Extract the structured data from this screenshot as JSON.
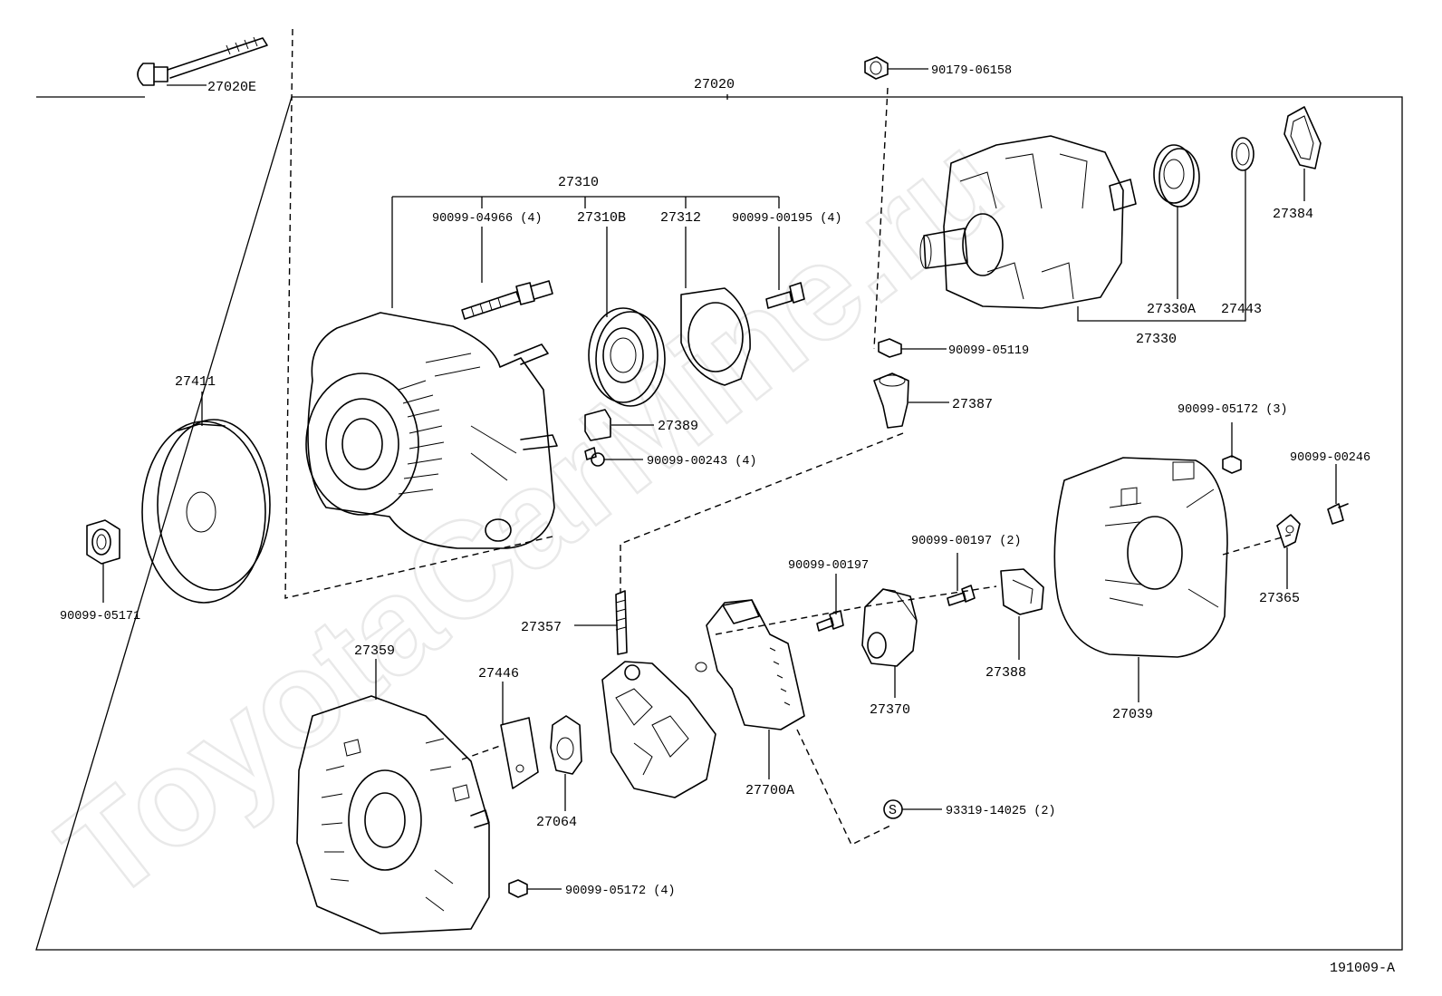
{
  "watermark": "ToyotaCarMine.ru",
  "diagram_code": "191009-A",
  "labels": {
    "p27020E": "27020E",
    "p27020": "27020",
    "p90179_06158": "90179-06158",
    "p27310": "27310",
    "p90099_04966": "90099-04966 (4)",
    "p27310B": "27310B",
    "p27312": "27312",
    "p90099_00195": "90099-00195 (4)",
    "p27384": "27384",
    "p27330A": "27330A",
    "p27443": "27443",
    "p27330": "27330",
    "p90099_05119": "90099-05119",
    "p27387": "27387",
    "p27411": "27411",
    "p27389": "27389",
    "p90099_00243": "90099-00243 (4)",
    "p90099_05172_3": "90099-05172 (3)",
    "p90099_00246": "90099-00246",
    "p90099_05171": "90099-05171",
    "p90099_00197_2": "90099-00197 (2)",
    "p90099_00197": "90099-00197",
    "p27357": "27357",
    "p27365": "27365",
    "p27359": "27359",
    "p27446": "27446",
    "p27388": "27388",
    "p27370": "27370",
    "p27039": "27039",
    "p27700A": "27700A",
    "p27064": "27064",
    "p93319_14025": "93319-14025 (2)",
    "s_marker": "S",
    "p90099_05172_4": "90099-05172 (4)"
  }
}
